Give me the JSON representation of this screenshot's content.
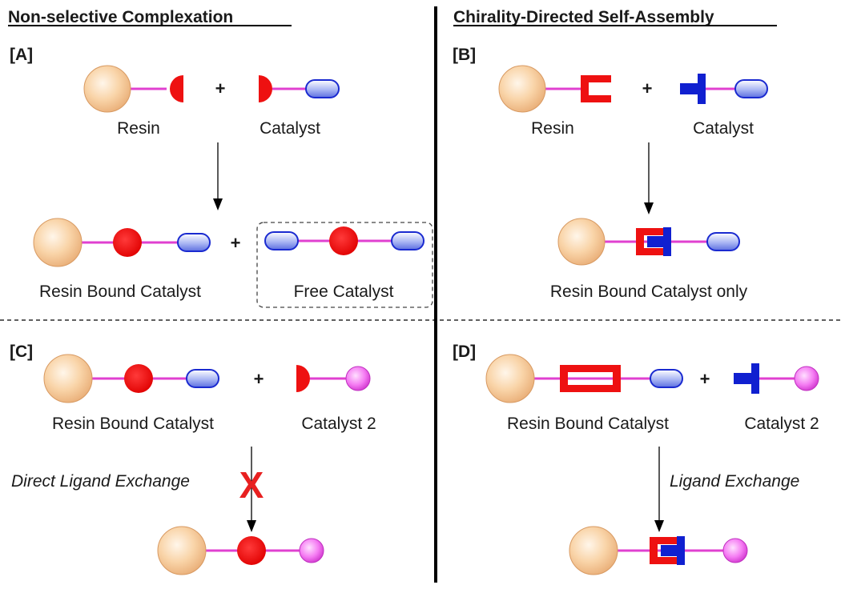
{
  "headings": {
    "left": "Non-selective Complexation",
    "right": "Chirality-Directed Self-Assembly"
  },
  "panels": {
    "A": {
      "tag": "[A]",
      "resin_label": "Resin",
      "catalyst_label": "Catalyst",
      "plus": "+",
      "product_plus": "+",
      "bound_label": "Resin Bound Catalyst",
      "free_label": "Free Catalyst"
    },
    "B": {
      "tag": "[B]",
      "resin_label": "Resin",
      "catalyst_label": "Catalyst",
      "plus": "+",
      "product_label": "Resin Bound Catalyst only"
    },
    "C": {
      "tag": "[C]",
      "bound_label": "Resin Bound Catalyst",
      "catalyst2_label": "Catalyst 2",
      "plus": "+",
      "arrow_label": "Direct Ligand Exchange",
      "blocked_mark": "X"
    },
    "D": {
      "tag": "[D]",
      "bound_label": "Resin Bound Catalyst",
      "catalyst2_label": "Catalyst 2",
      "plus": "+",
      "arrow_label": "Ligand Exchange"
    }
  },
  "colors": {
    "resin_bead": "#f6c590",
    "linker": "#e040d0",
    "ligand_red": "#ee1111",
    "ligand_blue": "#1020d0",
    "catalyst_pill": "#9aa8f0",
    "catalyst2_ball": "#f070f0"
  }
}
